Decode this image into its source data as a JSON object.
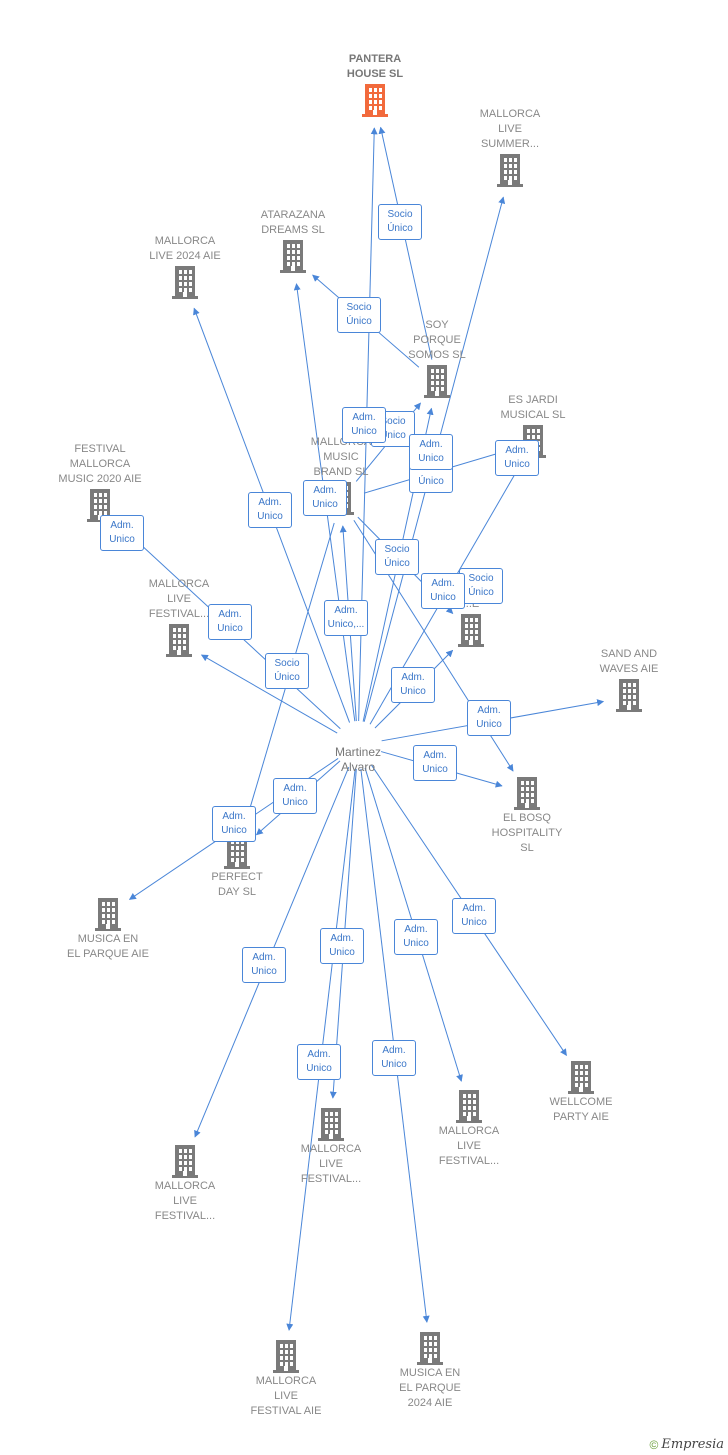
{
  "colors": {
    "edge": "#4a86d8",
    "building": "#7a7a7a",
    "focal_building": "#f26a3c",
    "person": "#777777"
  },
  "icons": {
    "company": "building-icon",
    "person": "person-icon"
  },
  "nodes": [
    {
      "id": "pantera",
      "label": "PANTERA\nHOUSE SL",
      "focal": true
    },
    {
      "id": "mlsummer",
      "label": "MALLORCA\nLIVE\nSUMMER..."
    },
    {
      "id": "atarazana",
      "label": "ATARAZANA\nDREAMS SL"
    },
    {
      "id": "ml2024",
      "label": "MALLORCA\nLIVE 2024 AIE"
    },
    {
      "id": "soy",
      "label": "SOY\nPORQUE\nSOMOS SL"
    },
    {
      "id": "jardi",
      "label": "ES JARDI\nMUSICAL SL"
    },
    {
      "id": "mlbrand",
      "label": "MALLORCA\nMUSIC\nBRAND SL"
    },
    {
      "id": "festival2020",
      "label": "FESTIVAL\nMALLORCA\nMUSIC 2020 AIE"
    },
    {
      "id": "mlfest1",
      "label": "MALLORCA\nLIVE\nFESTIVAL..."
    },
    {
      "id": "mal2",
      "label": "MAL...\n...E"
    },
    {
      "id": "sand",
      "label": "SAND AND\nWAVES AIE"
    },
    {
      "id": "bosq",
      "label": "EL BOSQ\nHOSPITALITY\nSL"
    },
    {
      "id": "perfect",
      "label": "PERFECT\nDAY SL"
    },
    {
      "id": "parque",
      "label": "MUSICA EN\nEL PARQUE AIE"
    },
    {
      "id": "wellcome",
      "label": "WELLCOME\nPARTY AIE"
    },
    {
      "id": "mlfest2",
      "label": "MALLORCA\nLIVE\nFESTIVAL..."
    },
    {
      "id": "mlfest3",
      "label": "MALLORCA\nLIVE\nFESTIVAL..."
    },
    {
      "id": "mlfest4",
      "label": "MALLORCA\nLIVE\nFESTIVAL..."
    },
    {
      "id": "mlfestaie",
      "label": "MALLORCA\nLIVE\nFESTIVAL AIE"
    },
    {
      "id": "parque2024",
      "label": "MUSICA EN\nEL PARQUE\n2024 AIE"
    }
  ],
  "person": {
    "id": "martinez",
    "label": "Martinez\nAlvaro"
  },
  "edges": [
    {
      "from": "soy",
      "to": "pantera",
      "label": "Socio\nÚnico"
    },
    {
      "from": "soy",
      "to": "atarazana",
      "label": "Socio\nÚnico"
    },
    {
      "from": "mlbrand",
      "to": "soy",
      "label": "Socio\nÚnico"
    },
    {
      "from": "mlbrand",
      "to": "jardi",
      "label": "Socio\nÚnico"
    },
    {
      "from": "mlbrand",
      "to": "mal2",
      "label": "Socio\nÚnico"
    },
    {
      "from": "mlbrand",
      "to": "bosq",
      "label": "Socio\nÚnico"
    },
    {
      "from": "mlbrand",
      "to": "perfect",
      "label": "Socio\nÚnico"
    },
    {
      "from": "martinez",
      "to": "pantera",
      "label": "Adm.\nUnico"
    },
    {
      "from": "martinez",
      "to": "mlsummer",
      "label": "Adm.\nUnico"
    },
    {
      "from": "martinez",
      "to": "atarazana",
      "label": "Adm.\nUnico"
    },
    {
      "from": "martinez",
      "to": "ml2024",
      "label": "Adm.\nUnico"
    },
    {
      "from": "martinez",
      "to": "soy",
      "label": "Adm.\nUnico"
    },
    {
      "from": "martinez",
      "to": "jardi",
      "label": "Adm.\nUnico"
    },
    {
      "from": "martinez",
      "to": "mlbrand",
      "label": "Adm.\nUnico,..."
    },
    {
      "from": "martinez",
      "to": "festival2020",
      "label": "Adm.\nUnico"
    },
    {
      "from": "martinez",
      "to": "mlfest1",
      "label": "Adm.\nUnico"
    },
    {
      "from": "martinez",
      "to": "mal2",
      "label": "Adm.\nUnico"
    },
    {
      "from": "martinez",
      "to": "sand",
      "label": "Adm.\nUnico"
    },
    {
      "from": "martinez",
      "to": "bosq",
      "label": "Adm.\nUnico"
    },
    {
      "from": "martinez",
      "to": "perfect",
      "label": "Adm.\nUnico"
    },
    {
      "from": "martinez",
      "to": "parque",
      "label": "Adm.\nUnico"
    },
    {
      "from": "martinez",
      "to": "wellcome",
      "label": "Adm.\nUnico"
    },
    {
      "from": "martinez",
      "to": "mlfest2",
      "label": "Adm.\nUnico"
    },
    {
      "from": "martinez",
      "to": "mlfest3",
      "label": "Adm.\nUnico"
    },
    {
      "from": "martinez",
      "to": "mlfest4",
      "label": "Adm.\nUnico"
    },
    {
      "from": "martinez",
      "to": "mlfestaie",
      "label": "Adm.\nUnico"
    },
    {
      "from": "martinez",
      "to": "parque2024",
      "label": "Adm.\nUnico"
    }
  ],
  "footer": {
    "copyright": "©",
    "brand": "Empresia"
  }
}
